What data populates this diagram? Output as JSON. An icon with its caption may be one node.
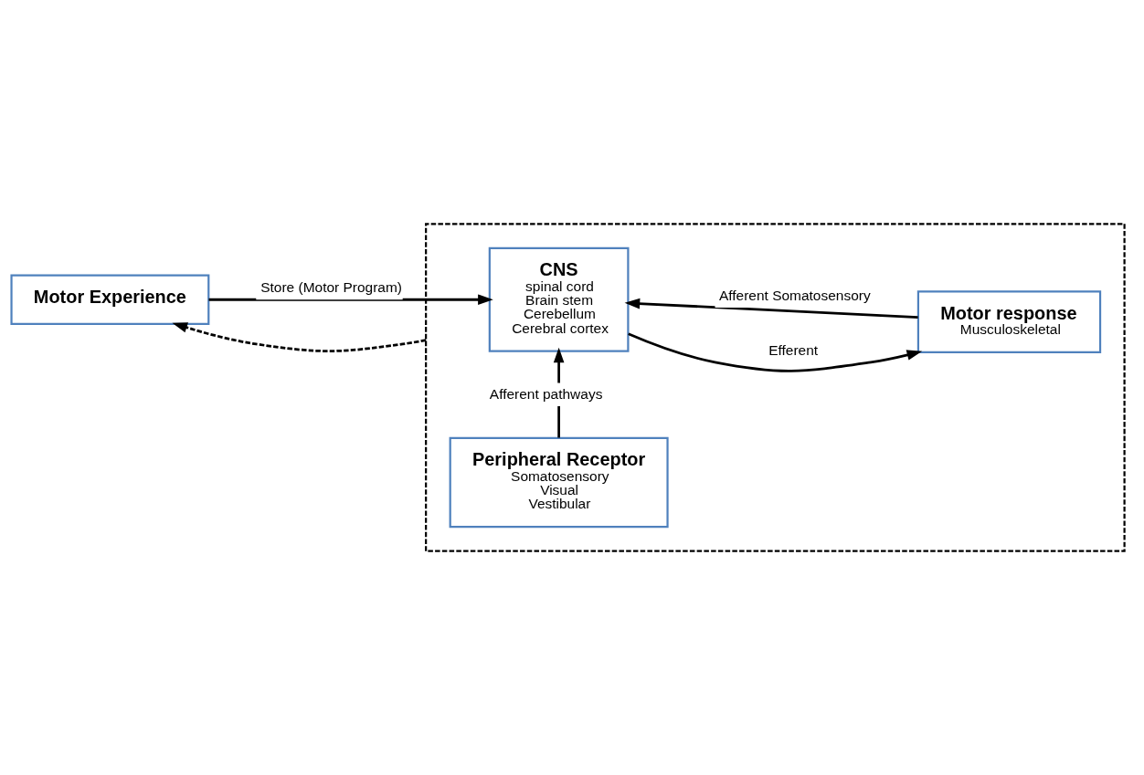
{
  "diagram": {
    "nodes": [
      {
        "text": [
          "Motor Experience"
        ]
      },
      {
        "text": [],
        "shape": "box"
      },
      {
        "text": [
          "CNS",
          "spinal cord",
          "Brain stem",
          "Cerebellum",
          "Cerebral cortex"
        ],
        "in": 1
      },
      {
        "text": [
          "Motor response",
          "Musculoskeletal"
        ],
        "in": 1
      },
      {
        "text": [
          "Peripheral Receptor",
          "Somatosensory",
          "Visual",
          "Vestibular"
        ],
        "in": 1
      }
    ],
    "edges": [
      {
        "from": 1,
        "to": 0,
        "arrow": "to",
        "style": "dashed"
      },
      {
        "from": 0,
        "to": 2,
        "arrow": "to",
        "label": "Store (Motor Program)"
      },
      {
        "from": 2,
        "to": 3,
        "arrow": "to",
        "label": "Efferent"
      },
      {
        "from": 3,
        "to": 2,
        "arrow": "to",
        "label": "Afferent Somatosensory"
      },
      {
        "from": 4,
        "to": 2,
        "arrow": "to",
        "label": "Afferent pathways"
      }
    ]
  }
}
